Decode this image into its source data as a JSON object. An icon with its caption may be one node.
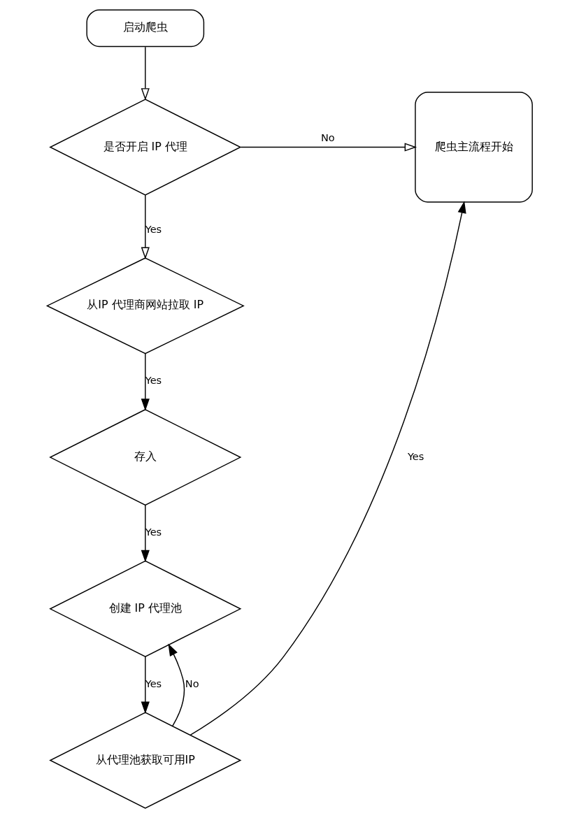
{
  "diagram": {
    "nodes": [
      {
        "text": [
          "启动爬虫"
        ]
      },
      {
        "text": [
          "是否开启 IP 代理"
        ]
      },
      {
        "text": [
          "爬虫主流程开始"
        ]
      },
      {
        "text": [
          "从IP 代理商网站拉取 IP"
        ]
      },
      {
        "text": [
          "存入"
        ]
      },
      {
        "text": [
          "创建 IP 代理池"
        ]
      },
      {
        "text": [
          "从代理池获取可用IP"
        ]
      }
    ],
    "edges": [
      {
        "from": 0,
        "to": 1,
        "arrow": "to"
      },
      {
        "from": 1,
        "to": 2,
        "arrow": "to",
        "label": "No"
      },
      {
        "from": 1,
        "to": 3,
        "arrow": "to",
        "label": "Yes"
      },
      {
        "from": 3,
        "to": 4,
        "arrow": "to",
        "label": "Yes"
      },
      {
        "from": 4,
        "to": 5,
        "arrow": "to",
        "label": "Yes"
      },
      {
        "from": 5,
        "to": 6,
        "arrow": "to",
        "label": "Yes"
      },
      {
        "from": 6,
        "to": 5,
        "arrow": "to",
        "label": "No"
      },
      {
        "from": 6,
        "to": 2,
        "arrow": "to",
        "label": "Yes"
      }
    ]
  }
}
